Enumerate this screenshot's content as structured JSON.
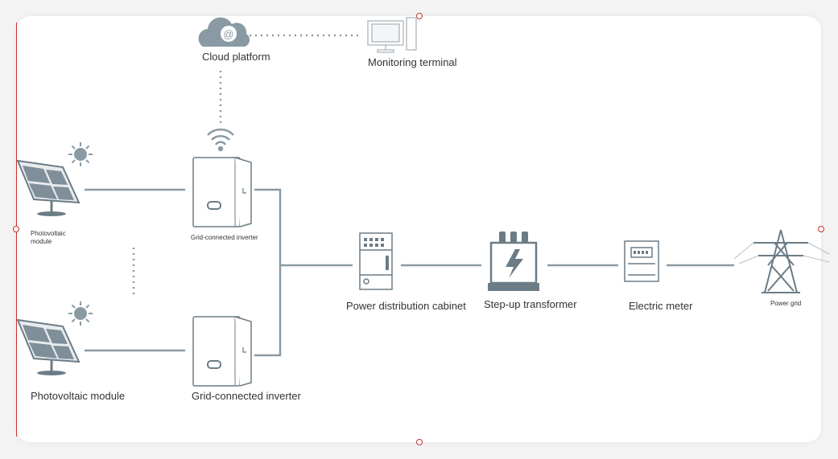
{
  "labels": {
    "cloud": "Cloud platform",
    "monitoring": "Monitoring terminal",
    "pv_top_line1": "Photovoltaic",
    "pv_top_line2": "module",
    "inverter_top": "Grid-connected inverter",
    "pv_bottom": "Photovoltaic module",
    "inverter_bottom": "Grid-connected inverter",
    "cabinet": "Power distribution cabinet",
    "transformer": "Step-up transformer",
    "meter": "Electric meter",
    "grid": "Power grid"
  },
  "colors": {
    "line": "#8a9aa4",
    "icon_fill": "#8a9aa4",
    "icon_stroke": "#6b7c86",
    "panel_cell": "#7f8f99",
    "selection": "#c9302c",
    "card_bg": "#ffffff",
    "page_bg": "#f3f3f3"
  },
  "icons": [
    "cloud-icon",
    "monitor-icon",
    "sun-icon",
    "solar-panel-icon",
    "wifi-icon",
    "inverter-icon",
    "cabinet-icon",
    "transformer-icon",
    "meter-icon",
    "pylon-icon"
  ]
}
